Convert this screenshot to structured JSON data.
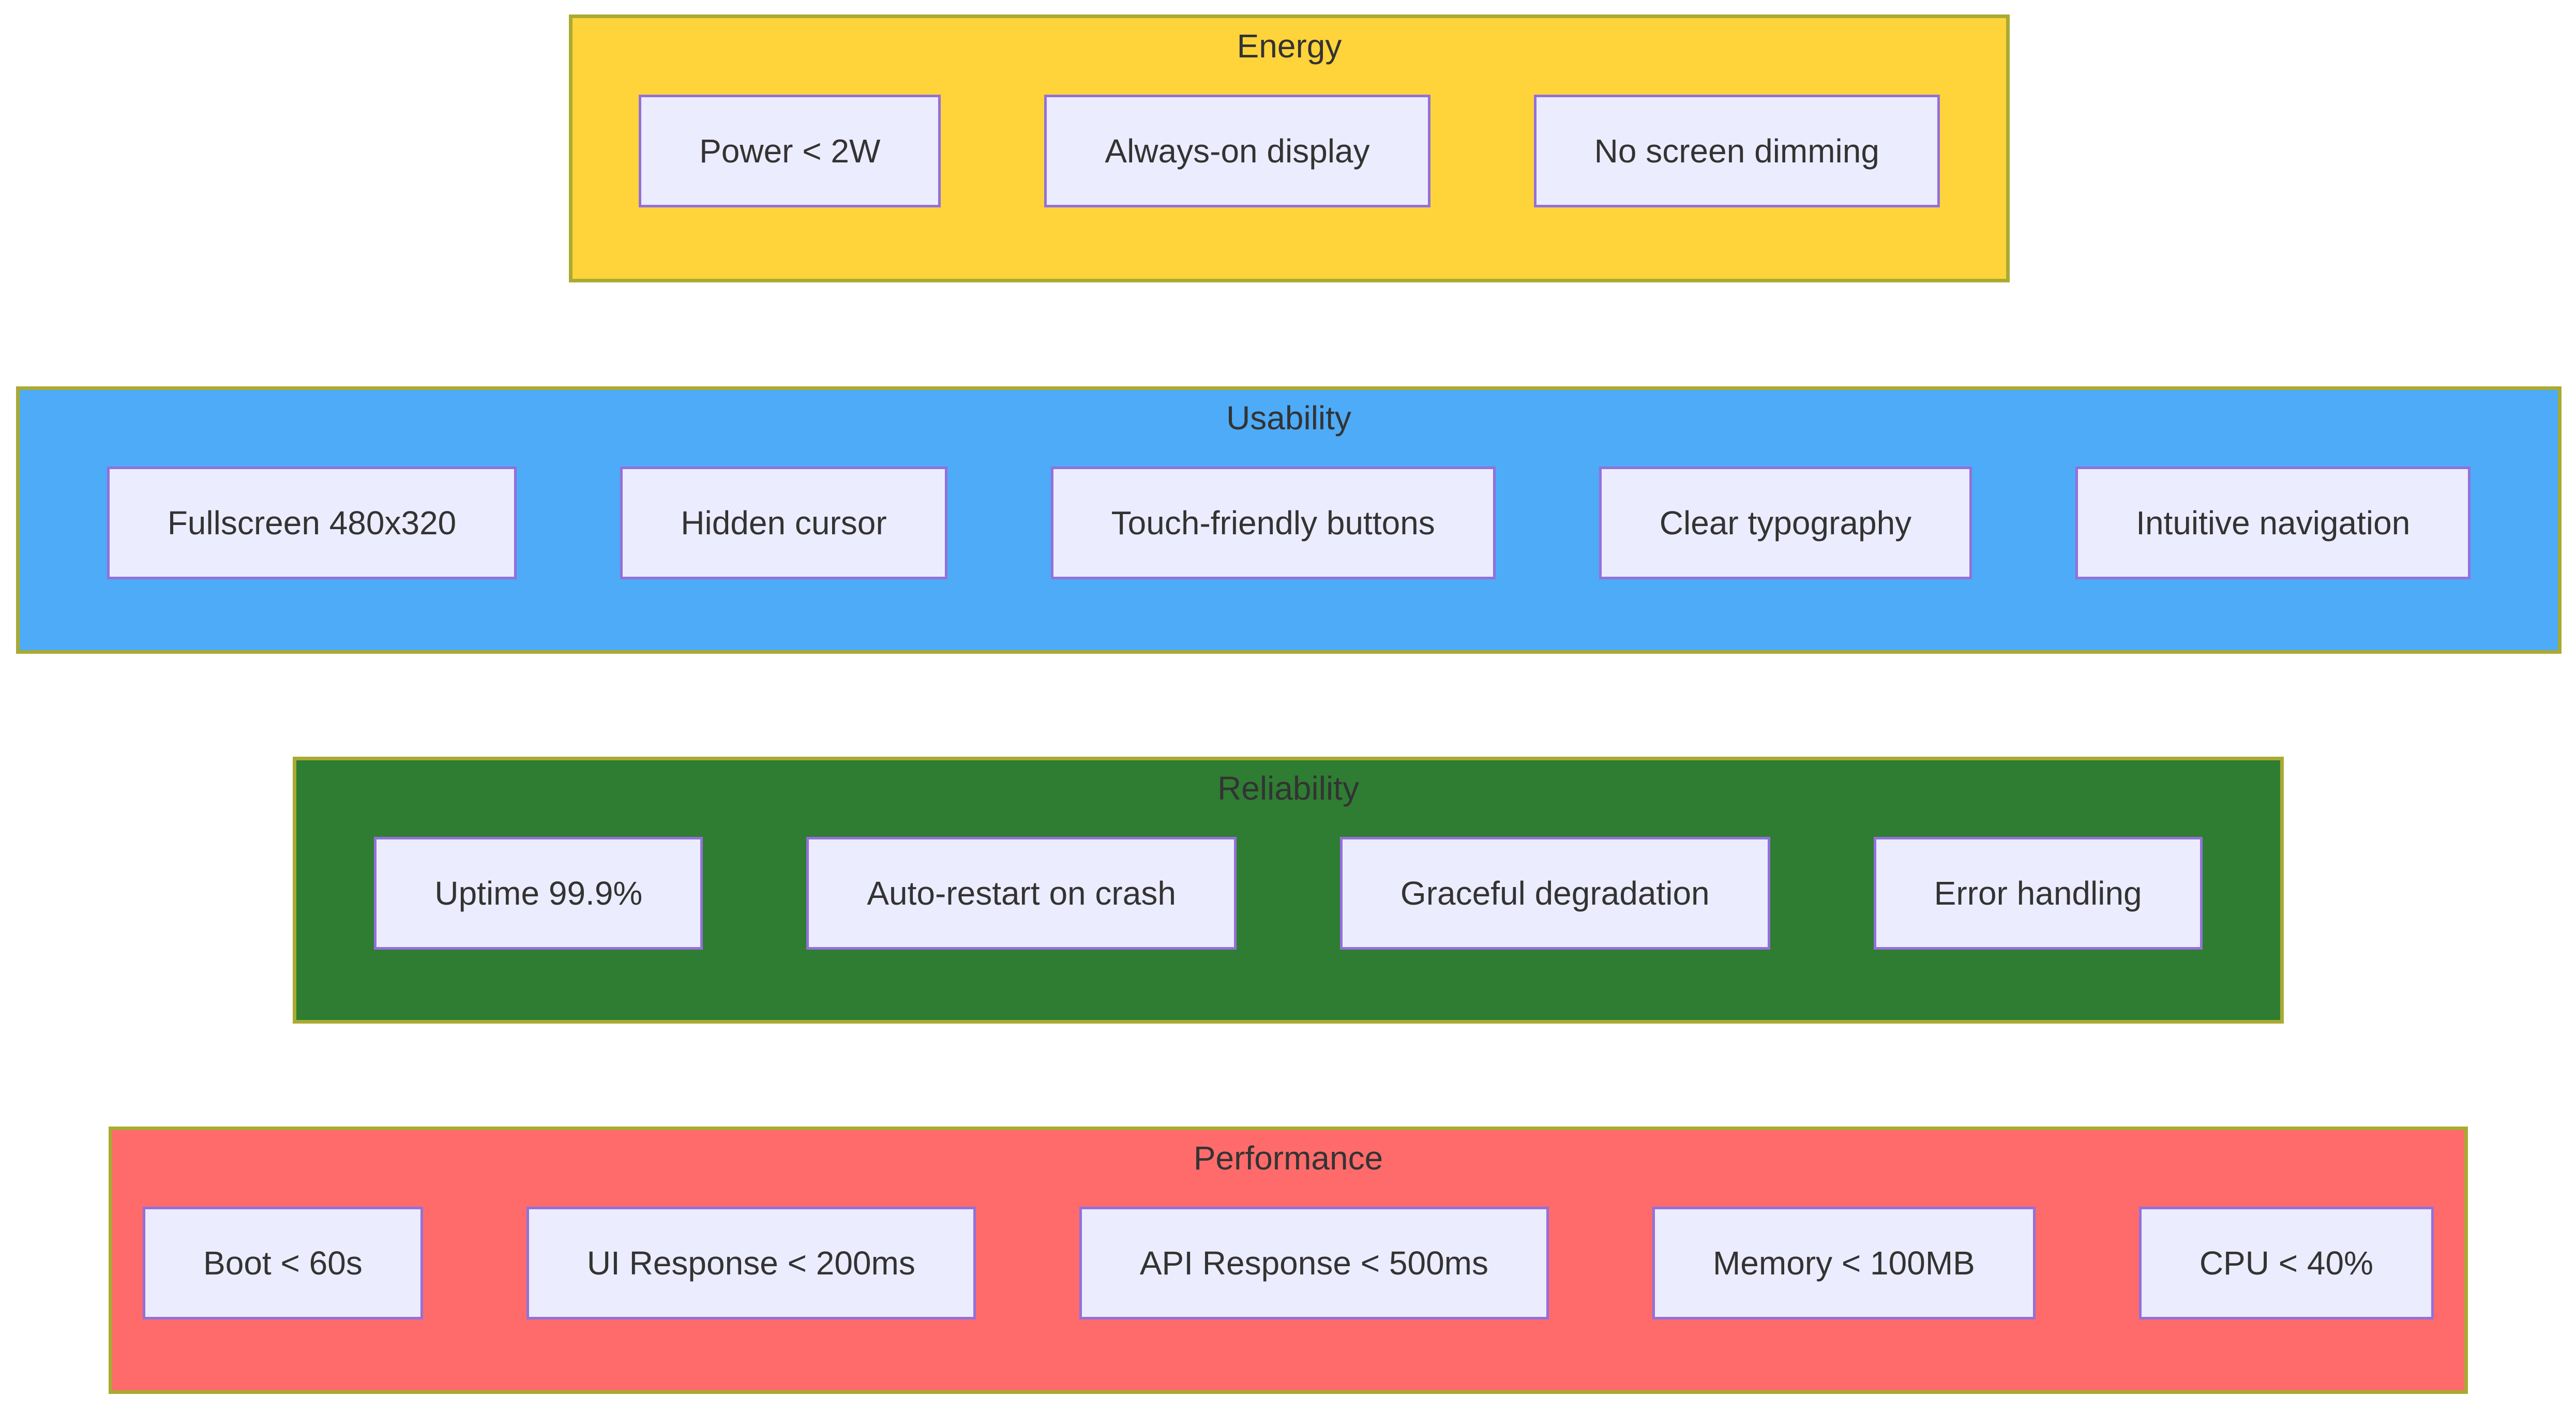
{
  "colors": {
    "page_background": "#FFFFFF",
    "band_border": "#AAAA33",
    "node_fill": "#ECECFF",
    "node_border": "#9370DB",
    "text": "#333333",
    "energy_band": "#FFD43B",
    "usability_band": "#4DABF7",
    "reliability_band": "#2E7D32",
    "performance_band": "#FF6B6B"
  },
  "groups": [
    {
      "title": "Energy",
      "color": "#FFD43B",
      "items": [
        {
          "label": "Power < 2W"
        },
        {
          "label": "Always-on display"
        },
        {
          "label": "No screen dimming"
        }
      ]
    },
    {
      "title": "Usability",
      "color": "#4DABF7",
      "items": [
        {
          "label": "Fullscreen 480x320"
        },
        {
          "label": "Hidden cursor"
        },
        {
          "label": "Touch-friendly buttons"
        },
        {
          "label": "Clear typography"
        },
        {
          "label": "Intuitive navigation"
        }
      ]
    },
    {
      "title": "Reliability",
      "color": "#2E7D32",
      "items": [
        {
          "label": "Uptime 99.9%"
        },
        {
          "label": "Auto-restart on crash"
        },
        {
          "label": "Graceful degradation"
        },
        {
          "label": "Error handling"
        }
      ]
    },
    {
      "title": "Performance",
      "color": "#FF6B6B",
      "items": [
        {
          "label": "Boot < 60s"
        },
        {
          "label": "UI Response < 200ms"
        },
        {
          "label": "API Response < 500ms"
        },
        {
          "label": "Memory < 100MB"
        },
        {
          "label": "CPU < 40%"
        }
      ]
    }
  ]
}
